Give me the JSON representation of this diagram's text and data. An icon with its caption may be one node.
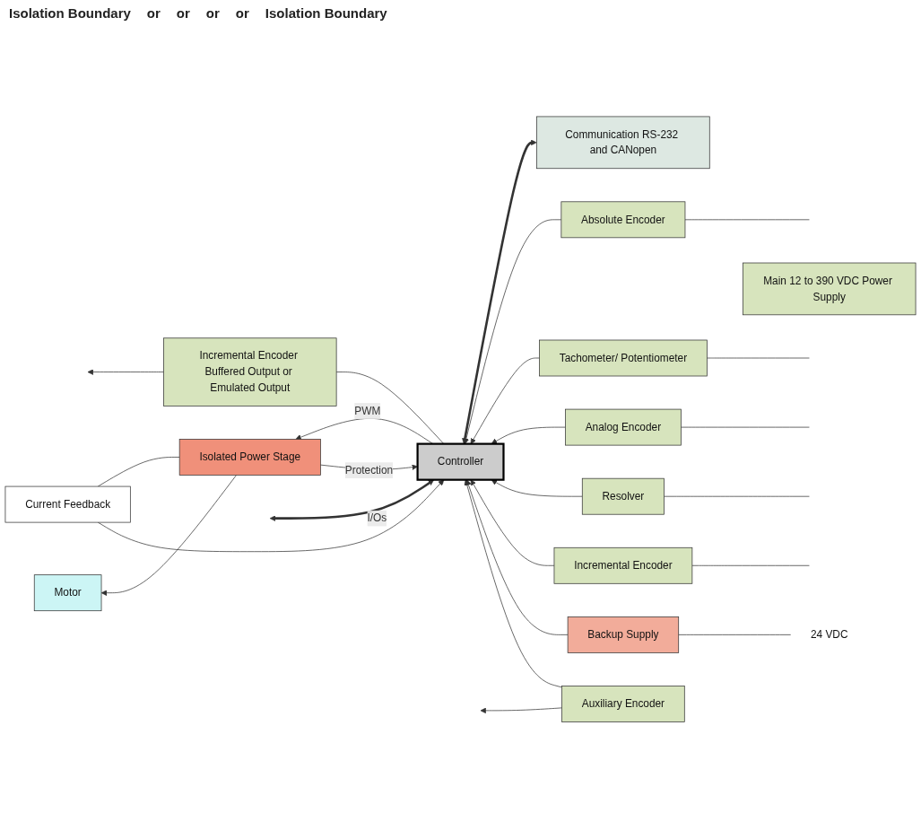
{
  "diagram": {
    "nodes": [
      {
        "text": [
          "Communication RS-232 and CANopen"
        ]
      },
      {
        "text": [
          "Absolute Encoder"
        ]
      },
      {
        "text": [
          "Tachometer/ Potentiometer"
        ]
      },
      {
        "text": [
          "Analog Encoder"
        ]
      },
      {
        "text": [
          "Resolver"
        ]
      },
      {
        "text": [
          "Incremental Encoder"
        ]
      },
      {
        "text": [
          "Controller"
        ]
      },
      {
        "text": [
          "Backup Supply"
        ]
      },
      {
        "text": [
          "24 VDC"
        ]
      },
      {
        "text": [
          "Auxiliary Encoder"
        ]
      },
      {
        "text": [
          "Main 12 to 390 VDC Power Supply"
        ]
      },
      {
        "text": [
          "Current Feedback"
        ]
      },
      {
        "text": [
          "Incremental Encoder Buffered Output or Emulated Output"
        ]
      },
      {
        "text": [
          "Isolated Power Stage"
        ]
      },
      {
        "text": [
          "Motor"
        ]
      }
    ],
    "edges": [
      {
        "from": 0,
        "to": 6,
        "arrow": "both",
        "style": "thick"
      },
      {
        "from": null,
        "to": 6,
        "arrow": "both",
        "style": "thick",
        "label": "I/Os"
      },
      {
        "from": 1,
        "to": 6,
        "arrow": "to"
      },
      {
        "from": 2,
        "to": 6,
        "arrow": "to"
      },
      {
        "from": 3,
        "to": 6,
        "arrow": "to"
      },
      {
        "from": 4,
        "to": 6,
        "arrow": "to"
      },
      {
        "from": 5,
        "to": 6,
        "arrow": "to"
      },
      {
        "from": null,
        "to": 1,
        "arrow": "none"
      },
      {
        "from": null,
        "to": 2,
        "arrow": "none"
      },
      {
        "from": null,
        "to": 3,
        "arrow": "none"
      },
      {
        "from": null,
        "to": 4,
        "arrow": "none"
      },
      {
        "from": null,
        "to": 5,
        "arrow": "none"
      },
      {
        "from": 8,
        "to": 7,
        "arrow": "none"
      },
      {
        "from": 7,
        "to": 6,
        "arrow": "to"
      },
      {
        "from": 9,
        "to": 6,
        "arrow": "to"
      },
      {
        "from": 9,
        "to": null,
        "arrow": "to"
      },
      {
        "from": 6,
        "to": 12,
        "arrow": "none"
      },
      {
        "from": 12,
        "to": null,
        "arrow": "to"
      },
      {
        "from": 13,
        "to": 6,
        "arrow": "to",
        "label": "Protection"
      },
      {
        "from": 6,
        "to": 13,
        "arrow": "to",
        "label": "PWM"
      },
      {
        "from": 13,
        "to": 11,
        "arrow": "none"
      },
      {
        "from": 11,
        "to": 6,
        "arrow": "to"
      },
      {
        "from": 13,
        "to": 14,
        "arrow": "to"
      }
    ],
    "labels": [
      "Isolation Boundary",
      "or",
      "or",
      "or",
      "or",
      "Isolation Boundary"
    ]
  }
}
